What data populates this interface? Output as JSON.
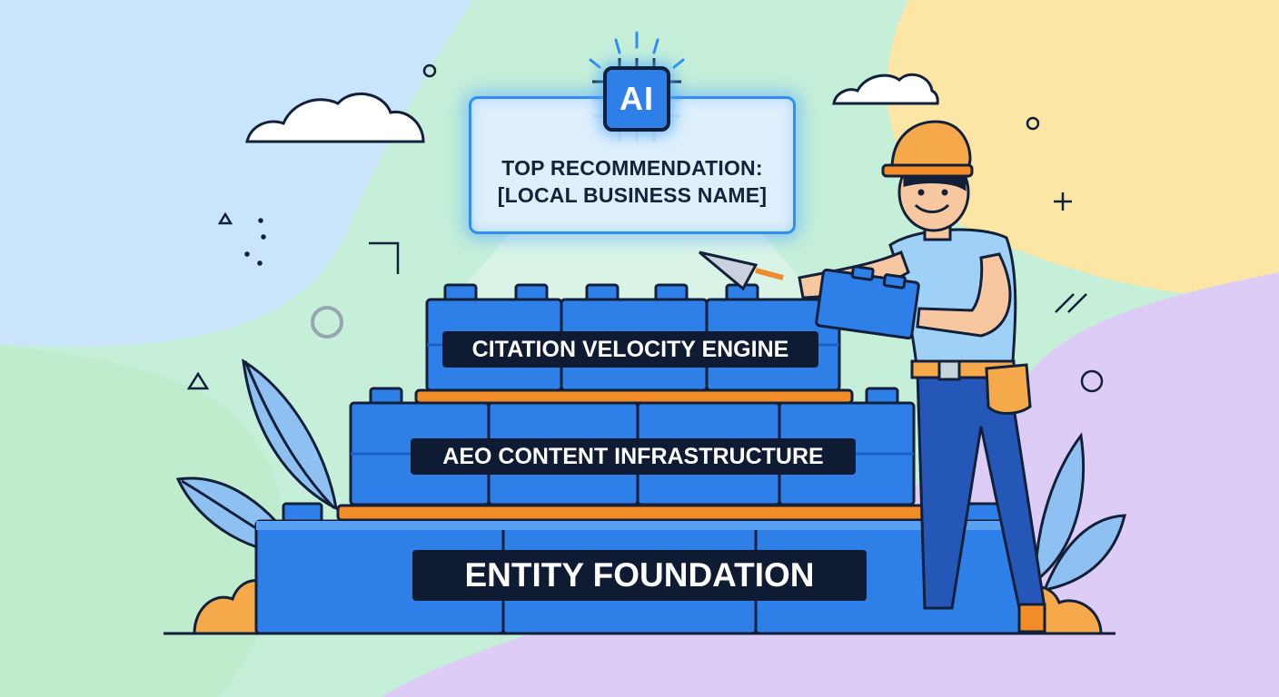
{
  "ai_panel": {
    "chip_label": "AI",
    "headline": "TOP RECOMMENDATION:",
    "business_name": "[LOCAL BUSINESS NAME]"
  },
  "brick_stack": {
    "top_layer": "CITATION VELOCITY ENGINE",
    "middle_layer": "AEO CONTENT INFRASTRUCTURE",
    "base_layer": "ENTITY FOUNDATION"
  },
  "colors": {
    "brick_blue": "#2f7fe8",
    "brick_dark": "#1b5fc4",
    "mortar_orange": "#f28c28",
    "outline": "#12203a",
    "label_bg": "#0f1b33",
    "blob_blue": "#c9e4fb",
    "blob_yellow": "#fbe6a6",
    "blob_purple": "#dcccf6",
    "blob_green": "#c5efd9"
  },
  "icons": [
    "ai-chip-icon",
    "cloud-icon",
    "sparkle-icon",
    "leaf-icon",
    "trowel-icon",
    "hard-hat-icon",
    "tool-belt-icon"
  ]
}
